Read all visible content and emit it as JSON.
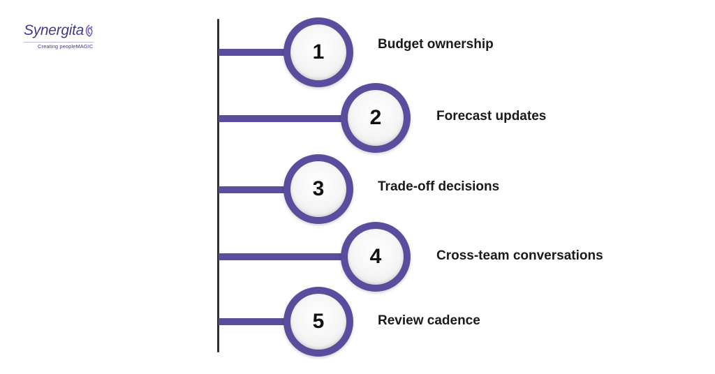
{
  "brand": {
    "name": "Synergita",
    "tagline": "Creating peopleMAGIC"
  },
  "steps": [
    {
      "number": "1",
      "label": "Budget ownership"
    },
    {
      "number": "2",
      "label": "Forecast updates"
    },
    {
      "number": "3",
      "label": "Trade-off decisions"
    },
    {
      "number": "4",
      "label": "Cross-team conversations"
    },
    {
      "number": "5",
      "label": "Review cadence"
    }
  ],
  "colors": {
    "accent": "#5b4c9e",
    "spine": "#2f2f2f",
    "text": "#1a1a1a"
  }
}
